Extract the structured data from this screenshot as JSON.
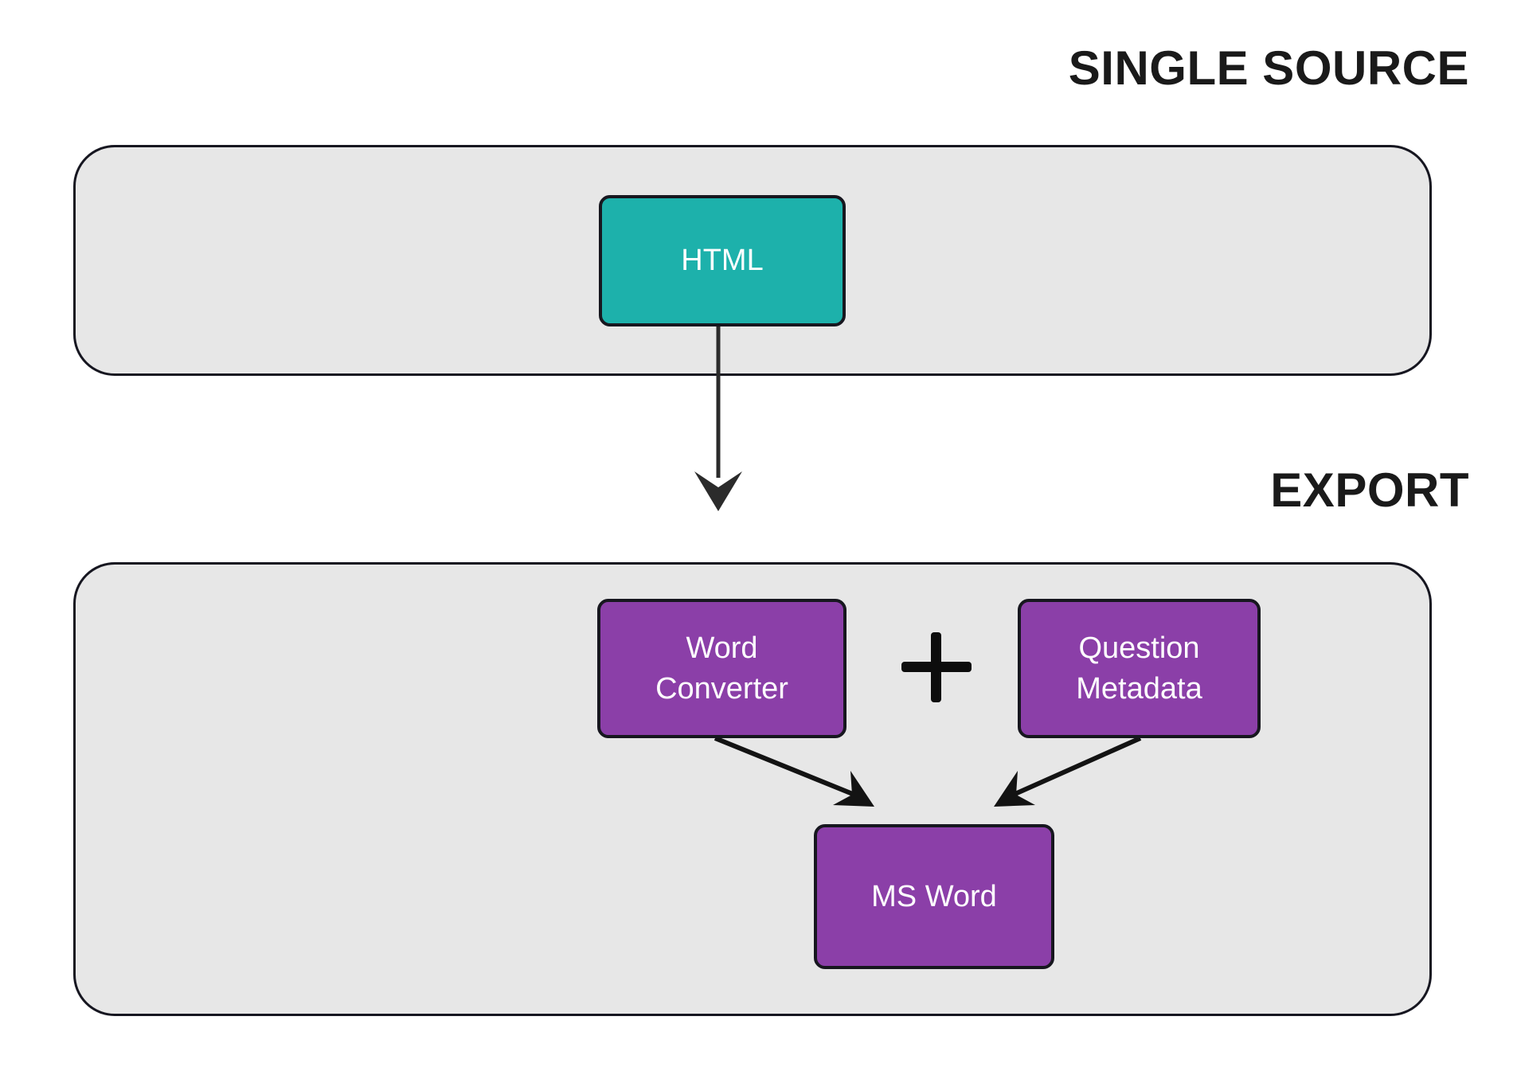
{
  "diagram": {
    "title": "Single source HTML to MS Word export flow",
    "background_color": "#ffffff",
    "panel_fill": "#e7e7e7",
    "panel_border": "#161620",
    "node_border": "#17171f",
    "accent_teal": "#1db1ab",
    "accent_purple": "#8b3fa8",
    "connector_color": "#2b2b2b"
  },
  "headings": {
    "single_source": "SINGLE SOURCE",
    "export": "EXPORT"
  },
  "nodes": {
    "html": {
      "label": "HTML",
      "color": "#1db1ab"
    },
    "word_converter": {
      "label": "Word\nConverter",
      "line1": "Word",
      "line2": "Converter",
      "color": "#8b3fa8"
    },
    "question_metadata": {
      "label": "Question\nMetadata",
      "line1": "Question",
      "line2": "Metadata",
      "color": "#8b3fa8"
    },
    "ms_word": {
      "label": "MS Word",
      "color": "#8b3fa8"
    }
  },
  "operators": {
    "plus": "+"
  },
  "connectors": [
    {
      "from": "html",
      "to": "export-panel",
      "style": "straight-down-arrow"
    },
    {
      "from": "word_converter",
      "to": "ms_word",
      "style": "diagonal-arrow"
    },
    {
      "from": "question_metadata",
      "to": "ms_word",
      "style": "diagonal-arrow"
    }
  ]
}
